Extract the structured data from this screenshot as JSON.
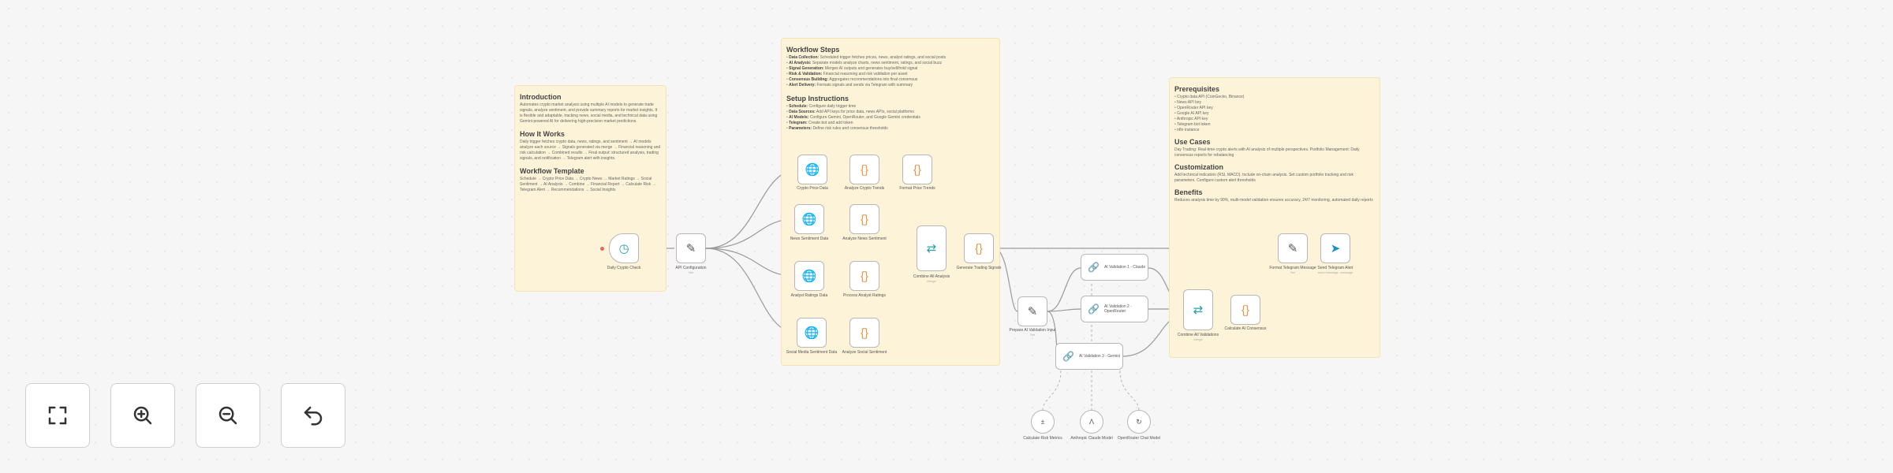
{
  "canvas": {
    "colors": {
      "background": "#f6f6f6",
      "sticky": "#fdf3d8",
      "sticky_border": "#f3e3b6",
      "node_border": "#b7b7b7",
      "accent_purple": "#5a54d6",
      "accent_orange": "#e7974a",
      "accent_teal": "#2aa0a8"
    }
  },
  "notes": {
    "intro": {
      "h1": "Introduction",
      "p1": "Automates crypto market analysis using multiple AI models to generate trade signals, analyze sentiment, and provide summary reports for market insights. It is flexible and adaptable, tracking news, social media, and technical data using Gemini-powered AI for delivering high-precision market predictions.",
      "h2": "How It Works",
      "p2": "Daily trigger fetches crypto data, news, ratings, and sentiment → AI models analyze each source → Signals generated via merge → Financial reasoning and risk calculation → Combined results → Final output: structured analysis, trading signals, and notification → Telegram alert with insights.",
      "h3": "Workflow Template",
      "p3": "Schedule → Crypto Price Data → Crypto News → Market Ratings → Social Sentiment → AI Analysis → Combine → Financial Report → Calculate Risk → Telegram Alert → Recommendations → Social Insights"
    },
    "steps": {
      "h1": "Workflow Steps",
      "steps_items": [
        {
          "k": "Data Collection:",
          "v": "Scheduled trigger fetches prices, news, analyst ratings, and social posts"
        },
        {
          "k": "AI Analysis:",
          "v": "Separate models analyze charts, news sentiment, ratings, and social buzz"
        },
        {
          "k": "Signal Generation:",
          "v": "Merges AI outputs and generates buy/sell/hold signal"
        },
        {
          "k": "Risk & Validation:",
          "v": "Financial reasoning and risk validation per asset"
        },
        {
          "k": "Consensus Building:",
          "v": "Aggregates recommendations into final consensus"
        },
        {
          "k": "Alert Delivery:",
          "v": "Formats signals and sends via Telegram with summary"
        }
      ],
      "h2": "Setup Instructions",
      "setup_items": [
        {
          "k": "Schedule:",
          "v": "Configure daily trigger time"
        },
        {
          "k": "Data Sources:",
          "v": "Add API keys for price data, news APIs, social platforms"
        },
        {
          "k": "AI Models:",
          "v": "Configure Gemini, OpenRouter, and Google Gemini credentials"
        },
        {
          "k": "Telegram:",
          "v": "Create bot and add token"
        },
        {
          "k": "Parameters:",
          "v": "Define risk rules and consensus thresholds"
        }
      ]
    },
    "prereq": {
      "h1": "Prerequisites",
      "prereq_items": [
        "Crypto data API (CoinGecko, Binance)",
        "News API key",
        "OpenRouter API key",
        "Google AI API key",
        "Anthropic API key",
        "Telegram bot token",
        "n8n instance"
      ],
      "h2": "Use Cases",
      "p2": "Day Trading: Real-time crypto alerts with AI analysis of multiple perspectives. Portfolio Management: Daily consensus reports for rebalancing",
      "h3": "Customization",
      "p3": "Add technical indicators (RSI, MACD). Include on-chain analysis. Set custom portfolio tracking and risk parameters. Configure custom alert thresholds",
      "h4": "Benefits",
      "p4": "Reduces analysis time by 90%, multi-model validation ensures accuracy, 24/7 monitoring, automated daily reports"
    }
  },
  "nodes": {
    "trigger": {
      "title": "Daily Crypto Check",
      "sub": ""
    },
    "config": {
      "title": "API Configuration",
      "sub": "Set"
    },
    "price": {
      "title": "Crypto Price Data",
      "sub": ""
    },
    "priceAi": {
      "title": "Analyze Crypto Trends",
      "sub": ""
    },
    "priceFmt": {
      "title": "Format Price Trends",
      "sub": ""
    },
    "news": {
      "title": "News Sentiment Data",
      "sub": ""
    },
    "newsAi": {
      "title": "Analyze News Sentiment",
      "sub": ""
    },
    "ratings": {
      "title": "Analyst Ratings Data",
      "sub": ""
    },
    "ratingsAi": {
      "title": "Process Analyst Ratings",
      "sub": ""
    },
    "social": {
      "title": "Social Media Sentiment Data",
      "sub": ""
    },
    "socialAi": {
      "title": "Analyze Social Sentiment",
      "sub": ""
    },
    "merge1": {
      "title": "Combine All Analysis",
      "sub": "Merge"
    },
    "signal": {
      "title": "Generate Trading Signals",
      "sub": ""
    },
    "prep": {
      "title": "Prepare AI Validation Input",
      "sub": "Set"
    },
    "model1": {
      "title": "AI Validation 1 - Claude",
      "sub": ""
    },
    "model2": {
      "title": "AI Validation 2 - OpenRouter",
      "sub": ""
    },
    "model3": {
      "title": "AI Validation 3 - Gemini",
      "sub": ""
    },
    "tool1": {
      "title": "Calculate Risk Metrics",
      "sub": ""
    },
    "tool2": {
      "title": "Anthropic Claude Model",
      "sub": ""
    },
    "tool3": {
      "title": "OpenRouter Chat Model",
      "sub": ""
    },
    "merge2": {
      "title": "Combine All Validations",
      "sub": "Merge"
    },
    "consensus": {
      "title": "Calculate AI Consensus",
      "sub": ""
    },
    "format": {
      "title": "Format Telegram Message",
      "sub": "Set"
    },
    "telegram": {
      "title": "Send Telegram Alert",
      "sub": "send message: message"
    }
  },
  "controls": {
    "fit": {
      "icon": "fit-view-icon"
    },
    "zoom_in": {
      "icon": "zoom-in-icon"
    },
    "zoom_out": {
      "icon": "zoom-out-icon"
    },
    "reset": {
      "icon": "undo-icon"
    }
  }
}
